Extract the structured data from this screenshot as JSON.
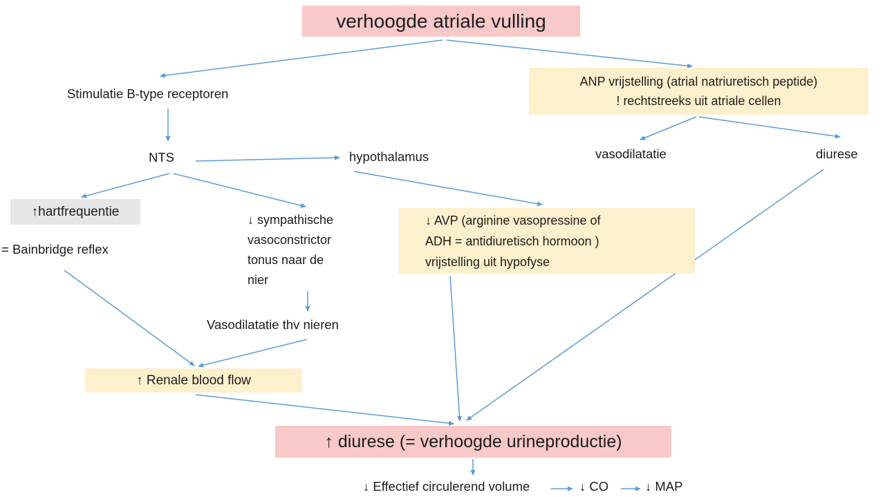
{
  "colors": {
    "pink": "#f9c8c8",
    "yellow": "#fdf0cc",
    "gray": "#e7e6e6",
    "arrow": "#5b9bd5",
    "text": "#1c1c1c"
  },
  "nodes": {
    "title": "verhoogde atriale vulling",
    "stimulatie": "Stimulatie B-type receptoren",
    "nts": "NTS",
    "hypothalamus": "hypothalamus",
    "anp_line1": "ANP vrijstelling (atrial natriuretisch peptide)",
    "anp_line2": "! rechtstreeks uit atriale cellen",
    "vasodilatatie": "vasodilatatie",
    "diurese": "diurese",
    "hartfrequentie": "↑hartfrequentie",
    "bainbridge": "= Bainbridge reflex",
    "sympathische": "↓ sympathische\nvasoconstrictor\ntonus naar de\nnier",
    "avp_line1": "↓ AVP (arginine vasopressine of",
    "avp_line2": "ADH = antidiuretisch hormoon )",
    "avp_line3": "vrijstelling uit hypofyse",
    "vasodilatatie_nieren": "Vasodilatatie thv nieren",
    "renale": "↑ Renale blood flow",
    "diurese_result": "↑ diurese (= verhoogde urineproductie)",
    "effectief": "↓ Effectief circulerend volume",
    "co": "↓ CO",
    "map": "↓ MAP"
  },
  "arrows": [
    [
      640,
      58,
      232,
      110
    ],
    [
      646,
      58,
      1001,
      96
    ],
    [
      243,
      157,
      243,
      204
    ],
    [
      283,
      233,
      491,
      228
    ],
    [
      245,
      251,
      118,
      285
    ],
    [
      251,
      251,
      442,
      299
    ],
    [
      445,
      421,
      445,
      450
    ],
    [
      93,
      391,
      281,
      529
    ],
    [
      444,
      491,
      287,
      530
    ],
    [
      512,
      248,
      784,
      296
    ],
    [
      1007,
      169,
      926,
      202
    ],
    [
      1011,
      169,
      1215,
      198
    ],
    [
      1191,
      245,
      675,
      608
    ],
    [
      651,
      399,
      665,
      609
    ],
    [
      283,
      571,
      656,
      613
    ],
    [
      684,
      664,
      684,
      687
    ],
    [
      797,
      707,
      828,
      707
    ],
    [
      898,
      707,
      926,
      707
    ]
  ]
}
